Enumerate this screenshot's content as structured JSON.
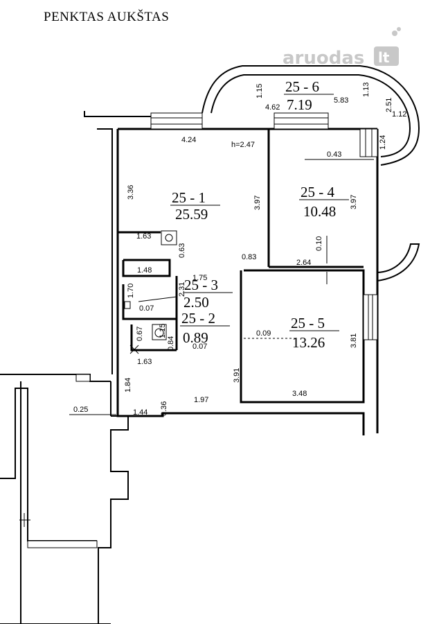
{
  "title": "PENKTAS AUKŠTAS",
  "watermark": {
    "text": "aruodas",
    "badge": "lt",
    "color": "#c8c8c8"
  },
  "ceiling_height": "h=2.47",
  "rooms": [
    {
      "id": "25 - 1",
      "area": "25.59"
    },
    {
      "id": "25 - 2",
      "area": "0.89"
    },
    {
      "id": "25 - 3",
      "area": "2.50"
    },
    {
      "id": "25 - 4",
      "area": "10.48"
    },
    {
      "id": "25 - 5",
      "area": "13.26"
    },
    {
      "id": "25 - 6",
      "area": "7.19"
    }
  ],
  "dimensions": {
    "r1_top": "4.24",
    "r1_left": "3.36",
    "r1_right": "3.97",
    "r1_niche": "1.63",
    "r1_small": "0.63",
    "r1_door": "0.83",
    "r3_top": "1.48",
    "r3_side": "1.70",
    "r3_gap": "0.07",
    "r3_right": "2.31",
    "r3_corr": "1.75",
    "r2_small1": "0.67",
    "r2_small2": "1.15",
    "r2_small3": "0.84",
    "r2_gap": "0.07",
    "hall_width": "1.63",
    "hall_left": "1.84",
    "hall_small": "0.25",
    "hall_bottom": "1.44",
    "hall_jog": "0.36",
    "hall_bottom2": "1.97",
    "hall_right": "3.91",
    "r4_side": "0.43",
    "r4_right": "3.97",
    "r4_door": "0.10",
    "r4_bottom": "2.64",
    "r5_gap": "0.09",
    "r5_right": "3.81",
    "r5_bottom": "3.48",
    "b_left": "1.15",
    "b_span": "4.62",
    "b_right": "5.83",
    "b_small": "1.13",
    "b_arc": "2.51",
    "b_end": "1.12",
    "b_side": "1.24"
  }
}
